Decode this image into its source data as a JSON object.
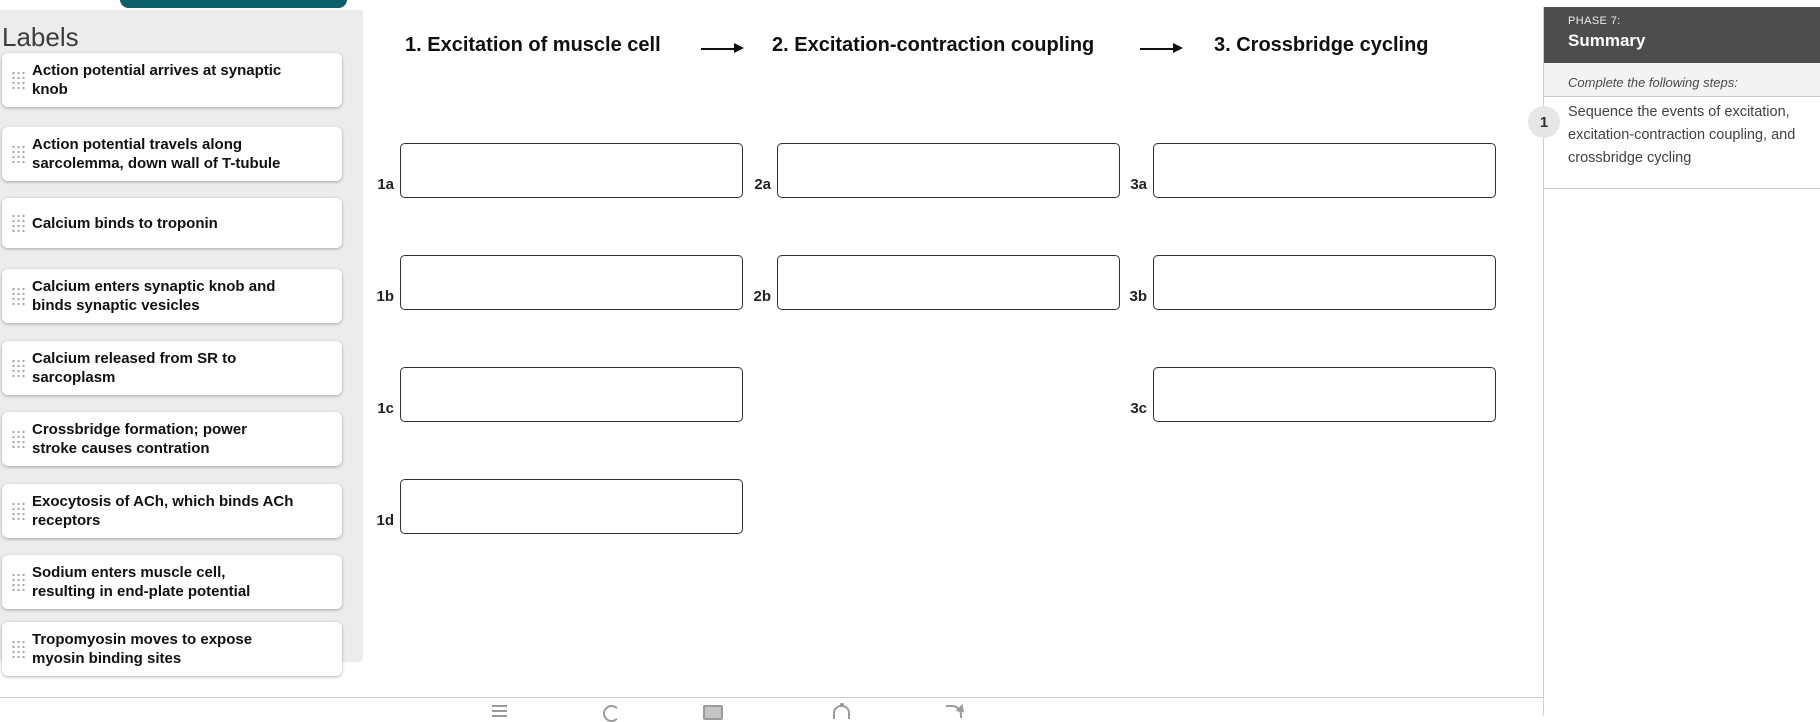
{
  "sidebar": {
    "title": "Labels",
    "items": [
      "Action potential arrives at synaptic\nknob",
      "Action potential travels along\nsarcolemma, down wall of T-tubule",
      "Calcium binds to troponin",
      "Calcium enters synaptic knob and\nbinds synaptic vesicles",
      "Calcium released from SR to\nsarcoplasm",
      "Crossbridge formation; power\nstroke causes contration",
      "Exocytosis of ACh, which binds ACh\nreceptors",
      "Sodium enters muscle cell,\nresulting in end-plate potential",
      "Tropomyosin moves to expose\nmyosin binding sites"
    ]
  },
  "sequence": {
    "columns": [
      {
        "title": "1. Excitation of muscle cell",
        "slots": [
          "1a",
          "1b",
          "1c",
          "1d"
        ]
      },
      {
        "title": "2. Excitation-contraction coupling",
        "slots": [
          "2a",
          "2b"
        ]
      },
      {
        "title": "3. Crossbridge cycling",
        "slots": [
          "3a",
          "3b",
          "3c"
        ]
      }
    ]
  },
  "summary": {
    "phase": "PHASE 7:",
    "title": "Summary",
    "instruction": "Complete the following steps:",
    "steps": [
      {
        "number": "1",
        "text": "Sequence the events of excitation,\nexcitation-contraction coupling, and\ncrossbridge cycling"
      }
    ]
  },
  "toolbar": {
    "icons": [
      "menu-icon",
      "reset-icon",
      "screen-icon",
      "bell-icon",
      "share-icon"
    ]
  },
  "colors": {
    "accent_teal": "#0a5f6b",
    "summary_header": "#4d4d4d",
    "sidebar_gray": "#ececec",
    "box_border": "#2f2f2f",
    "divider": "#cfcfcf"
  }
}
